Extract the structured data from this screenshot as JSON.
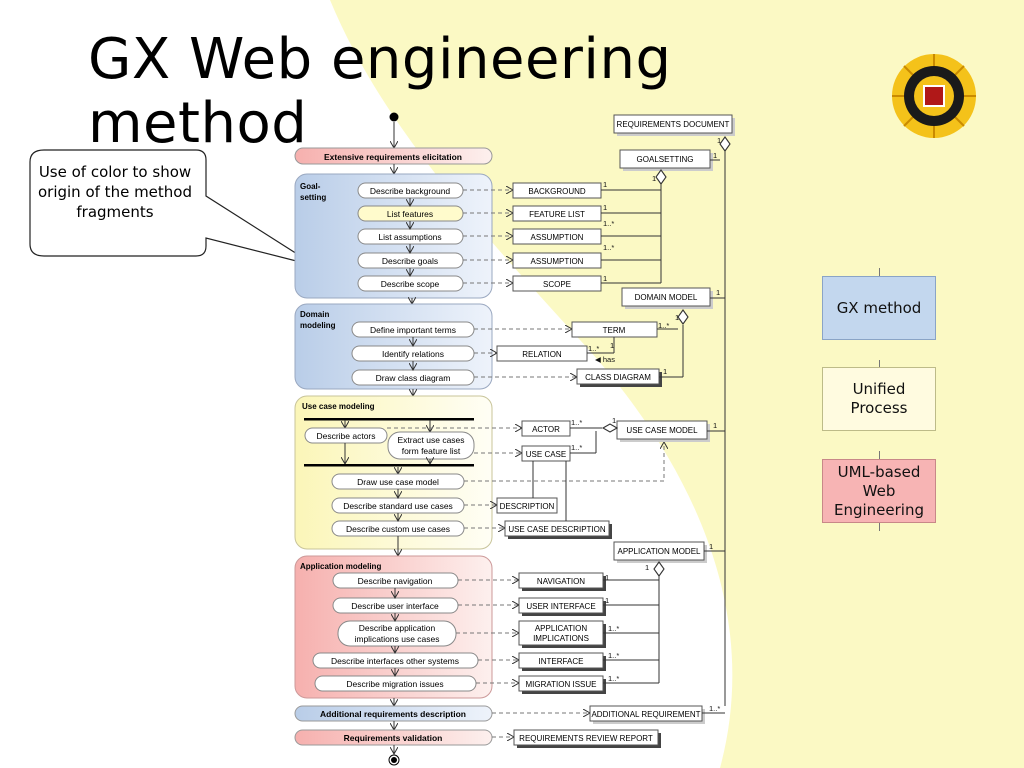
{
  "slide": {
    "title": "GX Web engineering method",
    "callout": "Use of color to show origin of the method fragments"
  },
  "colors": {
    "gx_blue": "#c3d7ee",
    "up_yellow": "#fffbe0",
    "uwe_red": "#f7b4b4",
    "background_curve": "#fbf9c4"
  },
  "legend": {
    "gx": "GX method",
    "up": "Unified Process",
    "uwe": "UML-based Web Engineering"
  },
  "activities": {
    "extensive": "Extensive requirements elicitation",
    "additional": "Additional requirements description",
    "validation": "Requirements validation"
  },
  "phases": {
    "goal_setting": {
      "label": "Goal-setting",
      "steps": [
        "Describe background",
        "List features",
        "List assumptions",
        "Describe goals",
        "Describe scope"
      ]
    },
    "domain_modeling": {
      "label": "Domain modeling",
      "steps": [
        "Define important terms",
        "Identify relations",
        "Draw class diagram"
      ]
    },
    "use_case_modeling": {
      "label": "Use case modeling",
      "steps": [
        "Describe actors",
        "Extract use cases form feature list",
        "Draw use case model",
        "Describe standard use cases",
        "Describe custom use cases"
      ]
    },
    "application_modeling": {
      "label": "Application modeling",
      "steps": [
        "Describe navigation",
        "Describe user interface",
        "Describe application implications use cases",
        "Describe interfaces other systems",
        "Describe migration issues"
      ]
    }
  },
  "concepts": {
    "requirements_document": "REQUIREMENTS DOCUMENT",
    "goalsetting": "GOALSETTING",
    "background": "BACKGROUND",
    "feature_list": "FEATURE LIST",
    "assumption_1": "ASSUMPTION",
    "assumption_2": "ASSUMPTION",
    "scope": "SCOPE",
    "domain_model": "DOMAIN MODEL",
    "term": "TERM",
    "relation": "RELATION",
    "has": "◀ has",
    "class_diagram": "CLASS DIAGRAM",
    "actor": "ACTOR",
    "use_case": "USE CASE",
    "use_case_model": "USE CASE MODEL",
    "description": "DESCRIPTION",
    "use_case_description": "USE CASE DESCRIPTION",
    "application_model": "APPLICATION MODEL",
    "navigation": "NAVIGATION",
    "user_interface": "USER INTERFACE",
    "application_implications": "APPLICATION IMPLICATIONS",
    "interface": "INTERFACE",
    "migration_issue": "MIGRATION ISSUE",
    "additional_requirement": "ADDITIONAL REQUIREMENT",
    "requirements_review_report": "REQUIREMENTS REVIEW REPORT"
  },
  "multiplicities": {
    "one": "1",
    "one_many": "1..*"
  }
}
